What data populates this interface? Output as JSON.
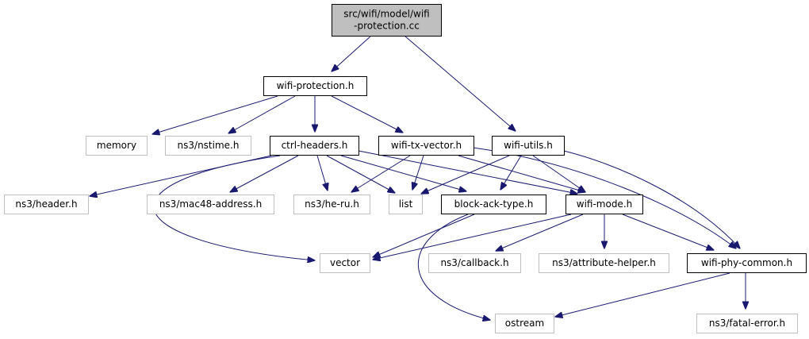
{
  "colors": {
    "edge": "#191970",
    "root_fill": "#bfbfbf",
    "node_border": "#000000",
    "external_border": "#bfbfbf",
    "text": "#000000"
  },
  "nodes": [
    {
      "id": "root",
      "label": [
        "src/wifi/model/wifi",
        "-protection.cc"
      ],
      "kind": "root"
    },
    {
      "id": "wifi_protection_h",
      "label": [
        "wifi-protection.h"
      ],
      "kind": "header"
    },
    {
      "id": "memory",
      "label": [
        "memory"
      ],
      "kind": "external"
    },
    {
      "id": "nstime",
      "label": [
        "ns3/nstime.h"
      ],
      "kind": "external"
    },
    {
      "id": "ctrl_headers",
      "label": [
        "ctrl-headers.h"
      ],
      "kind": "header"
    },
    {
      "id": "wifi_tx_vector",
      "label": [
        "wifi-tx-vector.h"
      ],
      "kind": "header"
    },
    {
      "id": "wifi_utils",
      "label": [
        "wifi-utils.h"
      ],
      "kind": "header"
    },
    {
      "id": "header_h",
      "label": [
        "ns3/header.h"
      ],
      "kind": "external"
    },
    {
      "id": "mac48",
      "label": [
        "ns3/mac48-address.h"
      ],
      "kind": "external"
    },
    {
      "id": "he_ru",
      "label": [
        "ns3/he-ru.h"
      ],
      "kind": "external"
    },
    {
      "id": "list",
      "label": [
        "list"
      ],
      "kind": "external"
    },
    {
      "id": "block_ack",
      "label": [
        "block-ack-type.h"
      ],
      "kind": "header"
    },
    {
      "id": "wifi_mode",
      "label": [
        "wifi-mode.h"
      ],
      "kind": "header"
    },
    {
      "id": "vector",
      "label": [
        "vector"
      ],
      "kind": "external"
    },
    {
      "id": "callback",
      "label": [
        "ns3/callback.h"
      ],
      "kind": "external"
    },
    {
      "id": "attribute_helper",
      "label": [
        "ns3/attribute-helper.h"
      ],
      "kind": "external"
    },
    {
      "id": "wifi_phy_common",
      "label": [
        "wifi-phy-common.h"
      ],
      "kind": "header"
    },
    {
      "id": "ostream",
      "label": [
        "ostream"
      ],
      "kind": "external"
    },
    {
      "id": "fatal_error",
      "label": [
        "ns3/fatal-error.h"
      ],
      "kind": "external"
    }
  ],
  "edges": [
    {
      "from": "root",
      "to": "wifi_protection_h"
    },
    {
      "from": "root",
      "to": "wifi_utils"
    },
    {
      "from": "wifi_protection_h",
      "to": "memory"
    },
    {
      "from": "wifi_protection_h",
      "to": "nstime"
    },
    {
      "from": "wifi_protection_h",
      "to": "ctrl_headers"
    },
    {
      "from": "wifi_protection_h",
      "to": "wifi_tx_vector"
    },
    {
      "from": "ctrl_headers",
      "to": "header_h"
    },
    {
      "from": "ctrl_headers",
      "to": "vector"
    },
    {
      "from": "ctrl_headers",
      "to": "mac48"
    },
    {
      "from": "ctrl_headers",
      "to": "he_ru"
    },
    {
      "from": "ctrl_headers",
      "to": "list"
    },
    {
      "from": "ctrl_headers",
      "to": "block_ack"
    },
    {
      "from": "ctrl_headers",
      "to": "wifi_mode"
    },
    {
      "from": "wifi_tx_vector",
      "to": "he_ru"
    },
    {
      "from": "wifi_tx_vector",
      "to": "list"
    },
    {
      "from": "wifi_tx_vector",
      "to": "wifi_mode"
    },
    {
      "from": "wifi_tx_vector",
      "to": "wifi_phy_common"
    },
    {
      "from": "wifi_utils",
      "to": "list"
    },
    {
      "from": "wifi_utils",
      "to": "block_ack"
    },
    {
      "from": "wifi_utils",
      "to": "wifi_mode"
    },
    {
      "from": "wifi_utils",
      "to": "wifi_phy_common"
    },
    {
      "from": "block_ack",
      "to": "vector"
    },
    {
      "from": "block_ack",
      "to": "ostream"
    },
    {
      "from": "wifi_mode",
      "to": "vector"
    },
    {
      "from": "wifi_mode",
      "to": "callback"
    },
    {
      "from": "wifi_mode",
      "to": "attribute_helper"
    },
    {
      "from": "wifi_mode",
      "to": "wifi_phy_common"
    },
    {
      "from": "wifi_phy_common",
      "to": "ostream"
    },
    {
      "from": "wifi_phy_common",
      "to": "fatal_error"
    }
  ]
}
